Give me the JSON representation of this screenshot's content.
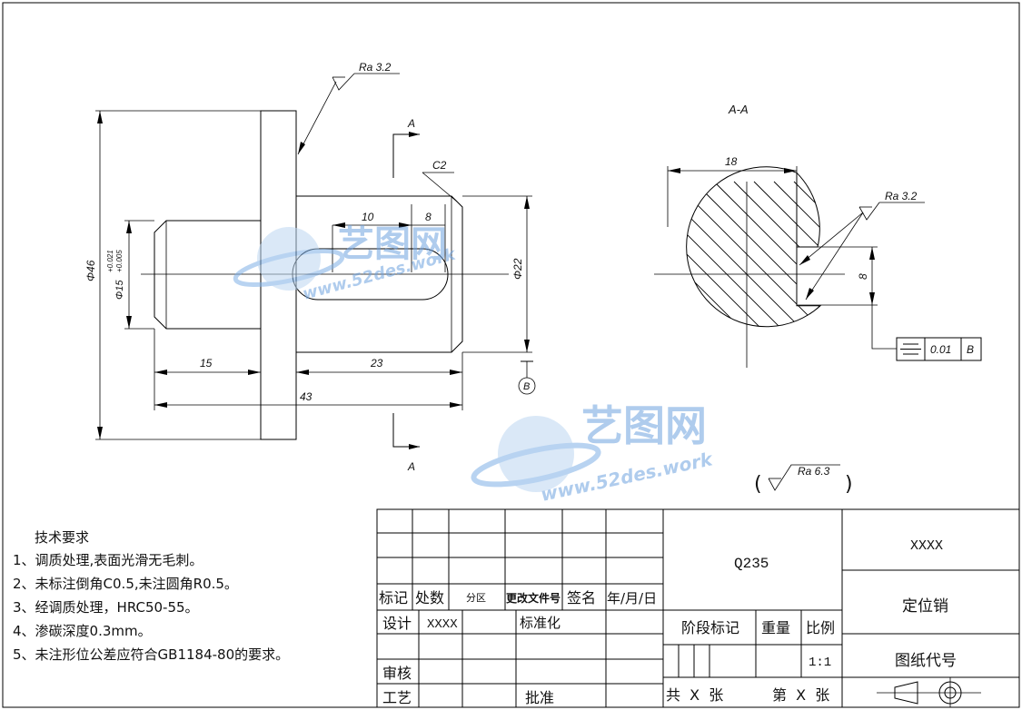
{
  "drawing": {
    "roughness_main": "Ra 3.2",
    "roughness_slot": "Ra 3.2",
    "roughness_general": "Ra 6.3",
    "roughness_paren_open": "(",
    "roughness_paren_close": ")",
    "section_mark": "A",
    "section_label": "A-A",
    "chamfer": "C2",
    "dim_outer_dia": "Φ46",
    "dim_shaft_dia": "Φ15",
    "tol_upper": "+0.021",
    "tol_lower": "+0.005",
    "dim_pin_dia": "Φ22",
    "dim_slot_len": "10",
    "dim_slot_width": "8",
    "dim_left_len": "15",
    "dim_right_len": "23",
    "dim_total_len": "43",
    "dim_section_flat": "18",
    "dim_section_slot": "8",
    "datum": "B",
    "gtol_value": "0.01",
    "gtol_datum": "B"
  },
  "watermark": {
    "brand": "艺图网",
    "url": "www.52des.work"
  },
  "tech_req": {
    "title": "技术要求",
    "items": [
      "1、调质处理,表面光滑无毛刺。",
      "2、未标注倒角C0.5,未注圆角R0.5。",
      "3、经调质处理，HRC50-55。",
      "4、渗碳深度0.3mm。",
      "5、未注形位公差应符合GB1184-80的要求。"
    ]
  },
  "title_block": {
    "mark": "标记",
    "count": "处数",
    "zone": "分区",
    "change_doc": "更改文件号",
    "signature": "签名",
    "date": "年/月/日",
    "design": "设计",
    "designer": "XXXX",
    "standard": "标准化",
    "review": "审核",
    "process": "工艺",
    "approve": "批准",
    "material": "Q235",
    "stage_mark": "阶段标记",
    "weight": "重量",
    "scale": "比例",
    "scale_value": "1:1",
    "sheets_total": "共  X  张",
    "sheet_no": "第  X  张",
    "company": "XXXX",
    "part_name": "定位销",
    "drawing_no": "图纸代号"
  }
}
